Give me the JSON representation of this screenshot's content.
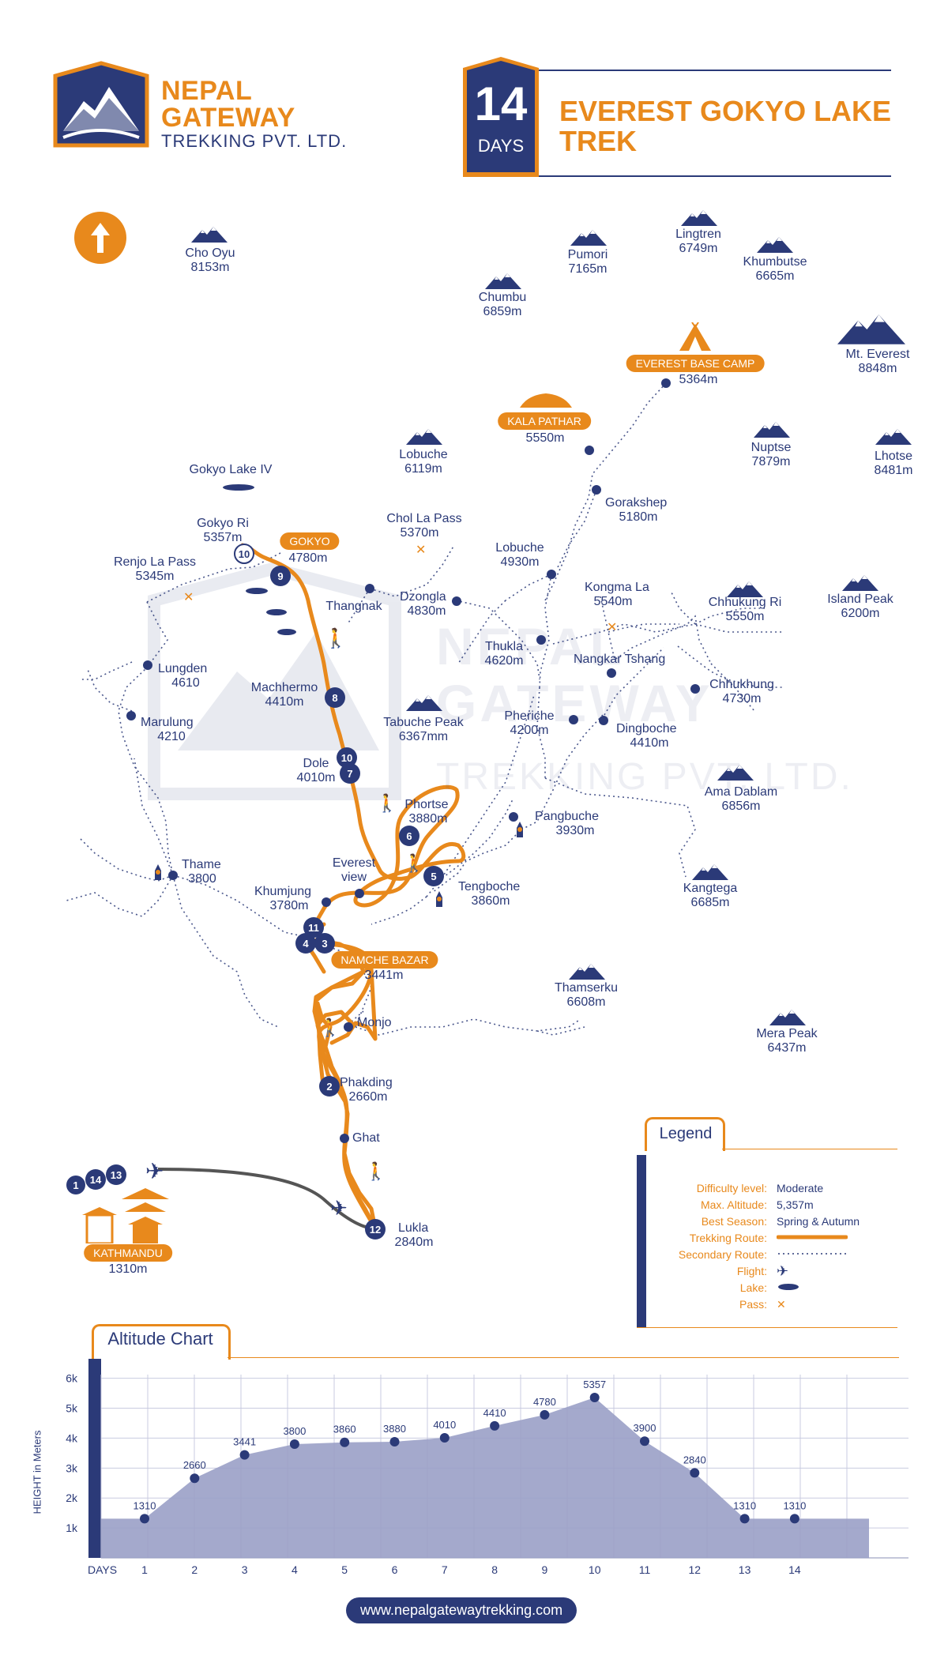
{
  "brand": {
    "name_line1": "NEPAL",
    "name_line2": "GATEWAY",
    "sub": "TREKKING PVT. LTD."
  },
  "trek": {
    "days_number": "14",
    "days_label": "DAYS",
    "title_line1": "EVEREST GOKYO LAKE",
    "title_line2": "TREK"
  },
  "watermark": {
    "line1": "NEPAL",
    "line2": "GATEWAY",
    "line3": "TREKKING PVT. LTD."
  },
  "peaks": {
    "cho_oyu": {
      "name": "Cho Oyu",
      "alt": "8153m"
    },
    "pumori": {
      "name": "Pumori",
      "alt": "7165m"
    },
    "lingtren": {
      "name": "Lingtren",
      "alt": "6749m"
    },
    "khumbutse": {
      "name": "Khumbutse",
      "alt": "6665m"
    },
    "chumbu": {
      "name": "Chumbu",
      "alt": "6859m"
    },
    "everest": {
      "name": "Mt. Everest",
      "alt": "8848m"
    },
    "lobuche_peak": {
      "name": "Lobuche",
      "alt": "6119m"
    },
    "nuptse": {
      "name": "Nuptse",
      "alt": "7879m"
    },
    "lhotse": {
      "name": "Lhotse",
      "alt": "8481m"
    },
    "chhukung_ri": {
      "name": "Chhukung Ri",
      "alt": "5550m"
    },
    "island_peak": {
      "name": "Island Peak",
      "alt": "6200m"
    },
    "tabuche_peak": {
      "name": "Tabuche Peak",
      "alt": "6367mm"
    },
    "ama_dablam": {
      "name": "Ama Dablam",
      "alt": "6856m"
    },
    "kangtega": {
      "name": "Kangtega",
      "alt": "6685m"
    },
    "thamserku": {
      "name": "Thamserku",
      "alt": "6608m"
    },
    "mera_peak": {
      "name": "Mera Peak",
      "alt": "6437m"
    }
  },
  "places": {
    "ebc": {
      "name": "EVEREST BASE CAMP",
      "alt": "5364m"
    },
    "kala_pathar": {
      "name": "KALA PATHAR",
      "alt": "5550m"
    },
    "gorakshep": {
      "name": "Gorakshep",
      "alt": "5180m"
    },
    "lobuche": {
      "name": "Lobuche",
      "alt": "4930m"
    },
    "kongma_la": {
      "name": "Kongma La",
      "alt": "5540m"
    },
    "gokyo_lake_iv": {
      "name": "Gokyo Lake IV"
    },
    "gokyo_ri": {
      "name": "Gokyo Ri",
      "alt": "5357m"
    },
    "gokyo": {
      "name": "GOKYO",
      "alt": "4780m"
    },
    "chol_la": {
      "name": "Chol La Pass",
      "alt": "5370m"
    },
    "renjo_la": {
      "name": "Renjo La Pass",
      "alt": "5345m"
    },
    "thangnak": {
      "name": "Thangnak"
    },
    "dzongla": {
      "name": "Dzongla",
      "alt": "4830m"
    },
    "thukla": {
      "name": "Thukla",
      "alt": "4620m"
    },
    "nangkar": {
      "name": "Nangkar Tshang"
    },
    "chhukhung": {
      "name": "Chhukhung",
      "alt": "4730m"
    },
    "lungden": {
      "name": "Lungden",
      "alt": "4610"
    },
    "machhermo": {
      "name": "Machhermo",
      "alt": "4410m"
    },
    "marulung": {
      "name": "Marulung",
      "alt": "4210"
    },
    "pheriche": {
      "name": "Pheriche",
      "alt": "4200m"
    },
    "dingboche": {
      "name": "Dingboche",
      "alt": "4410m"
    },
    "dole": {
      "name": "Dole",
      "alt": "4010m"
    },
    "phortse": {
      "name": "Phortse",
      "alt": "3880m"
    },
    "pangbuche": {
      "name": "Pangbuche",
      "alt": "3930m"
    },
    "thame": {
      "name": "Thame",
      "alt": "3800"
    },
    "everest_view": {
      "name_line1": "Everest",
      "name_line2": "view"
    },
    "khumjung": {
      "name": "Khumjung",
      "alt": "3780m"
    },
    "tengboche": {
      "name": "Tengboche",
      "alt": "3860m"
    },
    "namche": {
      "name": "NAMCHE BAZAR",
      "alt": "3441m"
    },
    "monjo": {
      "name": "Monjo"
    },
    "phakding": {
      "name": "Phakding",
      "alt": "2660m"
    },
    "ghat": {
      "name": "Ghat"
    },
    "lukla": {
      "name": "Lukla",
      "alt": "2840m"
    },
    "kathmandu": {
      "name": "KATHMANDU",
      "alt": "1310m"
    }
  },
  "day_markers": {
    "d1": "1",
    "d14": "14",
    "d13": "13",
    "d12": "12",
    "d2": "2",
    "d3": "3",
    "d4": "4",
    "d11": "11",
    "d5": "5",
    "d6": "6",
    "d7": "7",
    "d10": "10",
    "d8": "8",
    "d9": "9",
    "d10b": "10"
  },
  "legend": {
    "title": "Legend",
    "difficulty_key": "Difficulty level:",
    "difficulty_val": "Moderate",
    "altitude_key": "Max. Altitude:",
    "altitude_val": "5,357m",
    "season_key": "Best Season:",
    "season_val": "Spring & Autumn",
    "trekking_key": "Trekking Route:",
    "secondary_key": "Secondary Route:",
    "flight_key": "Flight:",
    "lake_key": "Lake:",
    "pass_key": "Pass:"
  },
  "colors": {
    "accent": "#e8891c",
    "navy": "#2b3a78",
    "area": "#9aa0c6"
  },
  "chart_data": {
    "type": "area",
    "title": "Altitude Chart",
    "xlabel": "DAYS",
    "ylabel": "HEIGHT in Meters",
    "y_ticks": [
      "1k",
      "2k",
      "3k",
      "4k",
      "5k",
      "6k"
    ],
    "ylim": [
      0,
      6000
    ],
    "x": [
      1,
      2,
      3,
      4,
      5,
      6,
      7,
      8,
      9,
      10,
      11,
      12,
      13,
      14
    ],
    "values": [
      1310,
      2660,
      3441,
      3800,
      3860,
      3880,
      4010,
      4410,
      4780,
      5357,
      3900,
      2840,
      1310,
      1310
    ],
    "labels": [
      "1310",
      "2660",
      "3441",
      "3800",
      "3860",
      "3880",
      "4010",
      "4410",
      "4780",
      "5357",
      "3900",
      "2840",
      "1310",
      "1310"
    ]
  },
  "website": "www.nepalgatewaytrekking.com"
}
